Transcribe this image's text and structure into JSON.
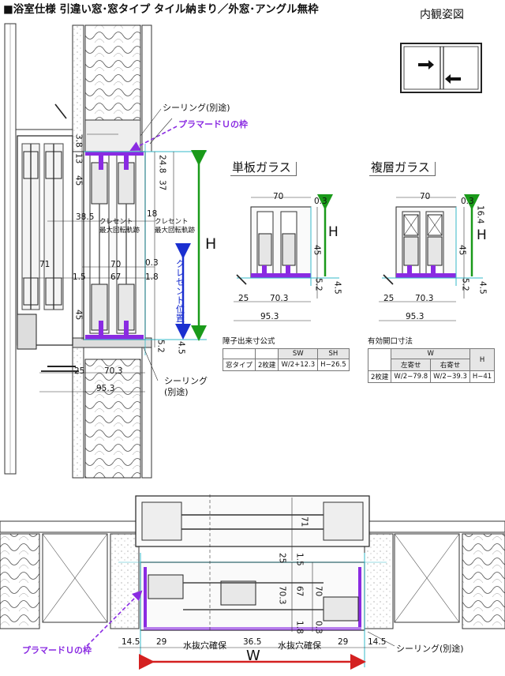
{
  "title": "■浴室仕様 引違い窓･窓タイプ タイル納まり／外窓･アングル無枠",
  "inner_view": {
    "title": "内観姿図"
  },
  "section": {
    "sealing_top": "シーリング(別途)",
    "plamard_top": "プラマードＵの枠",
    "dims": {
      "d3_8": "3.8",
      "d13": "13",
      "d24_8": "24.8",
      "d45a": "45",
      "d37": "37",
      "d18": "18",
      "d38_5": "38.5",
      "d71": "71",
      "d70": "70",
      "d67": "67",
      "d0_3": "0.3",
      "d1_5": "1.5",
      "d1_8": "1.8",
      "d45b": "45",
      "d5_2": "5.2",
      "d4_5": "4.5",
      "d25": "25",
      "d70_3": "70.3",
      "d95_3": "95.3"
    },
    "crescent_a": "クレセント\n最大回転軌跡",
    "crescent_b": "クレセント\n最大回転軌跡",
    "crescent_pos": "クレセント位置",
    "H": "H",
    "sealing_bottom": "シーリング\n(別途)"
  },
  "single_glass": {
    "title": "単板ガラス",
    "dims": {
      "d70": "70",
      "d0_3": "0.3",
      "d45": "45",
      "d5_2": "5.2",
      "d4_5": "4.5",
      "d25": "25",
      "d70_3": "70.3",
      "d95_3": "95.3"
    },
    "H": "H"
  },
  "double_glass": {
    "title": "複層ガラス",
    "dims": {
      "d70": "70",
      "d0_3": "0.3",
      "d16_4": "16.4",
      "d45": "45",
      "d5_2": "5.2",
      "d4_5": "4.5",
      "d25": "25",
      "d70_3": "70.3",
      "d95_3": "95.3"
    },
    "H": "H"
  },
  "shoji_formula": {
    "caption": "障子出来寸公式",
    "header": [
      "",
      "",
      "SW",
      "SH"
    ],
    "row": [
      "窓タイプ",
      "2枚建",
      "W/2+12.3",
      "H−26.5"
    ]
  },
  "opening_size": {
    "caption": "有効開口寸法",
    "header_w": "W",
    "header_h": "H",
    "sub_left": "左寄せ",
    "sub_right": "右寄せ",
    "row": [
      "2枚建",
      "W/2−79.8",
      "W/2−39.3",
      "H−41"
    ]
  },
  "plan": {
    "dims": {
      "d71": "71",
      "d25": "25",
      "d1_5": "1.5",
      "d70_3": "70.3",
      "d67": "67",
      "d70": "70",
      "d1_8": "1.8",
      "d0_3": "0.3",
      "d14_5a": "14.5",
      "d29a": "29",
      "d36_5": "36.5",
      "d29b": "29",
      "d14_5b": "14.5"
    },
    "drain_left": "水抜穴確保",
    "drain_right": "水抜穴確保",
    "sealing": "シーリング(別途)",
    "plamard": "プラマードＵの枠",
    "W": "W"
  },
  "colors": {
    "green": "#1a9a1a",
    "blue": "#1a2fd0",
    "red": "#d42020",
    "purple": "#8a2be2",
    "cyan": "#35b8c8"
  }
}
